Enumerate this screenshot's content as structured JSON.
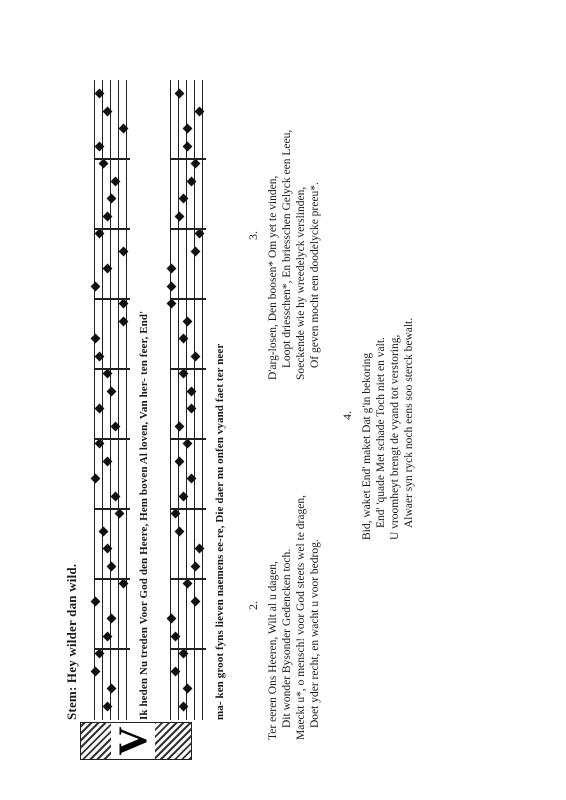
{
  "heading": {
    "stem": "Stem: Hey wilder dan wild."
  },
  "initial_letter": "V",
  "lyrics": {
    "line1": "Ik heden Nu treden Voor God den Heere, Hem boven Al loven, Van her- ten feer, End'",
    "line2": "ma- ken groot fyns lieven naemens ee-re, Die daer nu onfen vyand faet ter neer"
  },
  "verses": [
    {
      "number": "2.",
      "lines": [
        "Ter eeren Ons Heeren, Wilt al u dagen,",
        "Dit wonder Bysonder Gedencken toch.",
        "Maeckt u*, o mensch! voor God steets wel te dragen,",
        "Doet yder recht, en wacht u voor bedrog."
      ]
    },
    {
      "number": "3.",
      "lines": [
        "D'arg-losen, Den boosen* Om yet te vinden,",
        "Loopt driesschen*, En briesschen Gelyck een Leeu,",
        "Soeckende wie hy wreedelyck verslinden,",
        "Of geven mocht een doodelycke preeu*."
      ]
    },
    {
      "number": "4.",
      "lines": [
        "Bid, waket End' maket Dat g'in bekoring",
        "End' 'quade Met schade Toch niet en valt.",
        "U vroomheyt brengt de vyand tot verstoring,",
        "Alwaer syn ryck noch eens soo sterck bewalt."
      ]
    }
  ]
}
